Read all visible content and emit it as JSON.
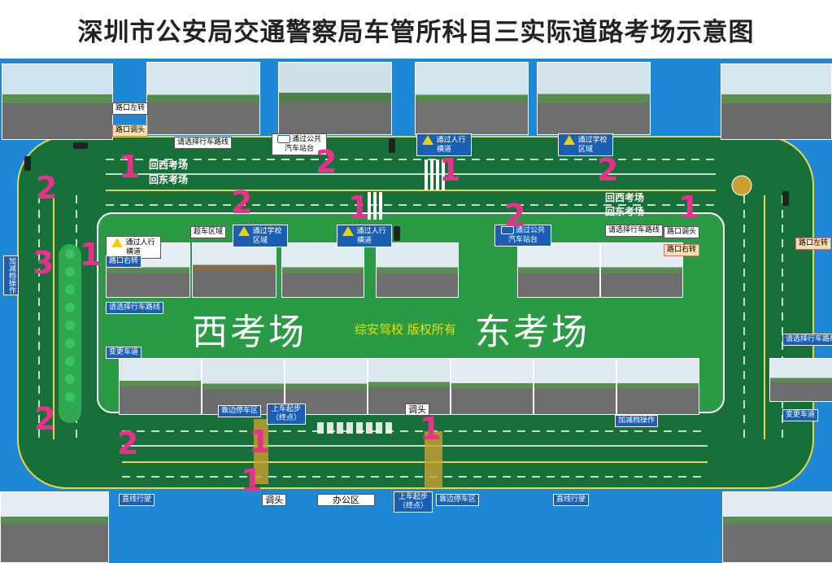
{
  "title": "深圳市公安局交通警察局车管所科目三实际道路考场示意图",
  "areas": {
    "west": "西考场",
    "east": "东考场",
    "watermark": "综安驾校  版权所有"
  },
  "road_labels": {
    "back_west_1": "回西考场",
    "back_east_1": "回东考场",
    "back_west_2": "回西考场",
    "back_east_2": "回东考场"
  },
  "signs": {
    "left_turn_top": "路口左转",
    "u_turn_top": "路口调头",
    "choose_lane_top": "请选择行车路线",
    "bus_stop_top": "通过公共汽车站台",
    "crosswalk_top": "通过人行横道",
    "school_top": "通过学校区域",
    "left_turn_right": "路口左转",
    "u_turn_right": "路口调头",
    "right_turn_right": "路口右转",
    "choose_lane_right": "请选择行车路线",
    "overtake": "超车区域",
    "school_mid": "通过学校区域",
    "crosswalk_mid": "通过人行横道",
    "bus_stop_mid": "通过公共汽车站台",
    "choose_lane_mid": "请选择行车路线",
    "crosswalk_left": "通过人行横道",
    "u_turn_left": "路口右转",
    "choose_lane_left": "请选择行车路线",
    "change_lane_left": "变更车道",
    "gear_left": "加减档操作",
    "curb_stop": "靠边停车区",
    "start_end_1": "上车起步（终点）",
    "u_turn_bottom_mid": "调头",
    "gear_right": "加减档操作",
    "change_lane_right": "变更车道",
    "choose_lane_east": "请选择行车路线",
    "straight_left": "直线行驶",
    "u_turn_bottom": "调头",
    "office": "办公区",
    "start_end_2": "上车起步（终点）",
    "curb_stop_2": "靠边停车区",
    "straight_right": "直线行驶"
  },
  "markers": {
    "m1": "1",
    "m2": "2",
    "m3": "2",
    "m4": "1",
    "m5": "2",
    "m6": "3",
    "m7": "1",
    "m8": "2",
    "m9": "1",
    "m10": "2",
    "m11": "1",
    "m12": "2",
    "m13": "2",
    "m14": "1",
    "m15": "1",
    "m16": "1"
  },
  "colors": {
    "background": "#1e88d6",
    "field": "#1f8a3c",
    "road": "#19733a",
    "marker": "#e8308c",
    "lane_number": "#e8e000"
  }
}
